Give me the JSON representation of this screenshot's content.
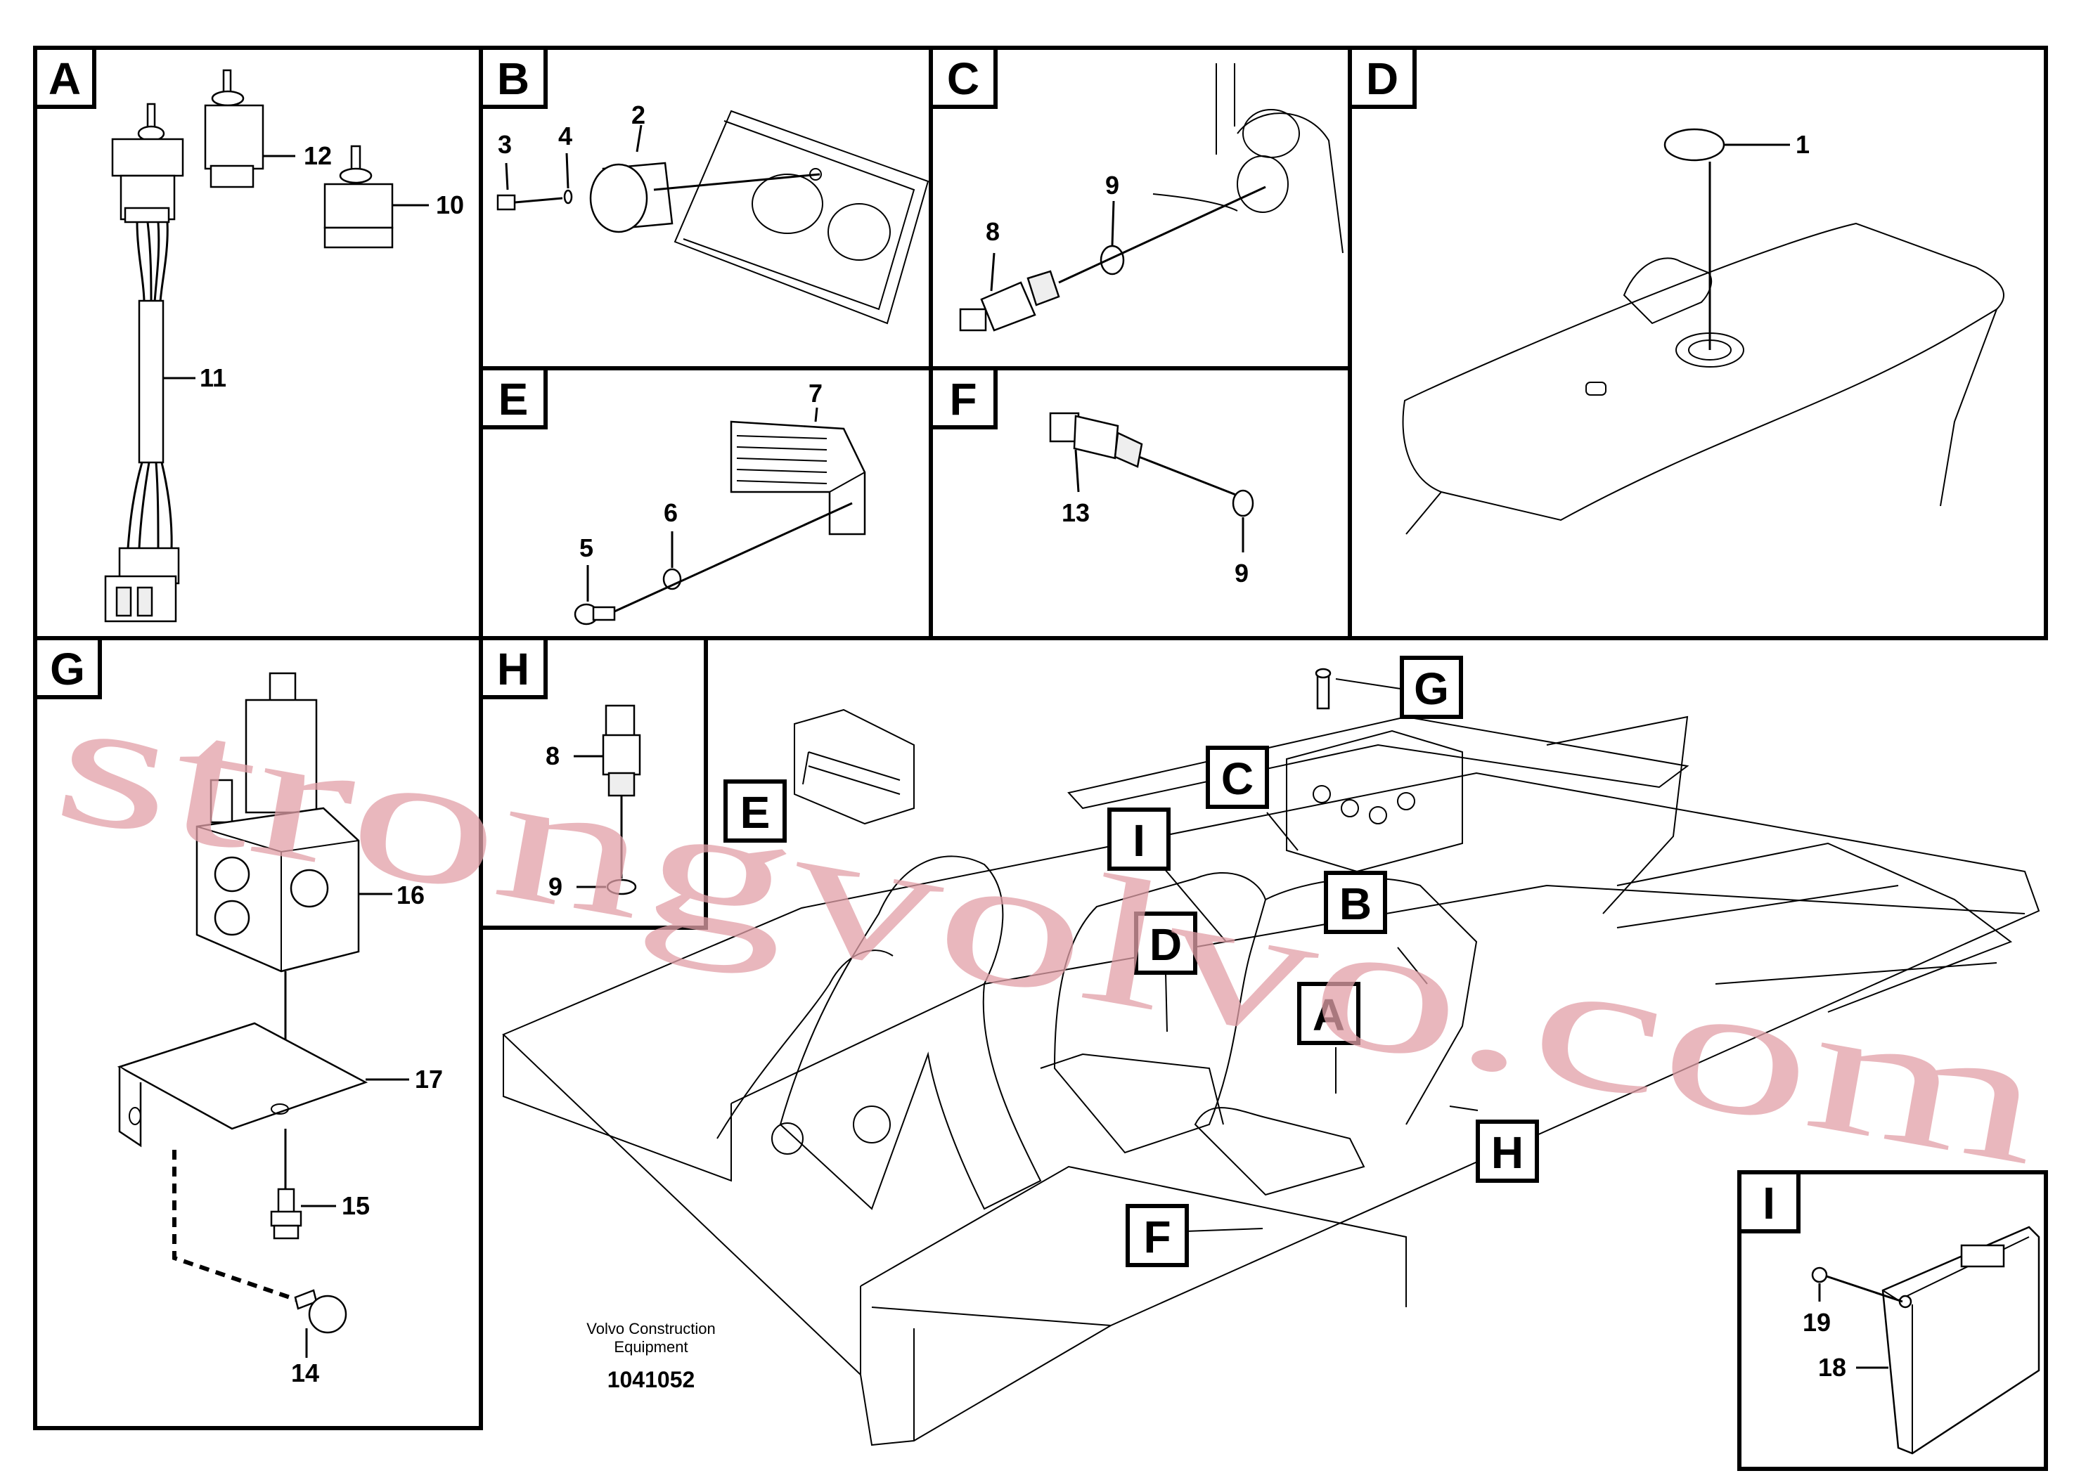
{
  "panels": {
    "A": {
      "letter": "A",
      "callouts": [
        "12",
        "10",
        "11"
      ]
    },
    "B": {
      "letter": "B",
      "callouts": [
        "3",
        "4",
        "2"
      ]
    },
    "C": {
      "letter": "C",
      "callouts": [
        "9",
        "8"
      ]
    },
    "D": {
      "letter": "D",
      "callouts": [
        "1"
      ]
    },
    "E": {
      "letter": "E",
      "callouts": [
        "7",
        "6",
        "5"
      ]
    },
    "F": {
      "letter": "F",
      "callouts": [
        "13",
        "9"
      ]
    },
    "G": {
      "letter": "G",
      "callouts": [
        "16",
        "17",
        "15",
        "14"
      ]
    },
    "H": {
      "letter": "H",
      "callouts": [
        "8",
        "9"
      ]
    },
    "I": {
      "letter": "I",
      "callouts": [
        "19",
        "18"
      ]
    }
  },
  "overview_tags": [
    "G",
    "E",
    "C",
    "I",
    "B",
    "D",
    "A",
    "H",
    "F"
  ],
  "footer": {
    "company_line1": "Volvo Construction",
    "company_line2": "Equipment",
    "drawing_number": "1041052"
  },
  "watermark": "strongvolvo.com"
}
